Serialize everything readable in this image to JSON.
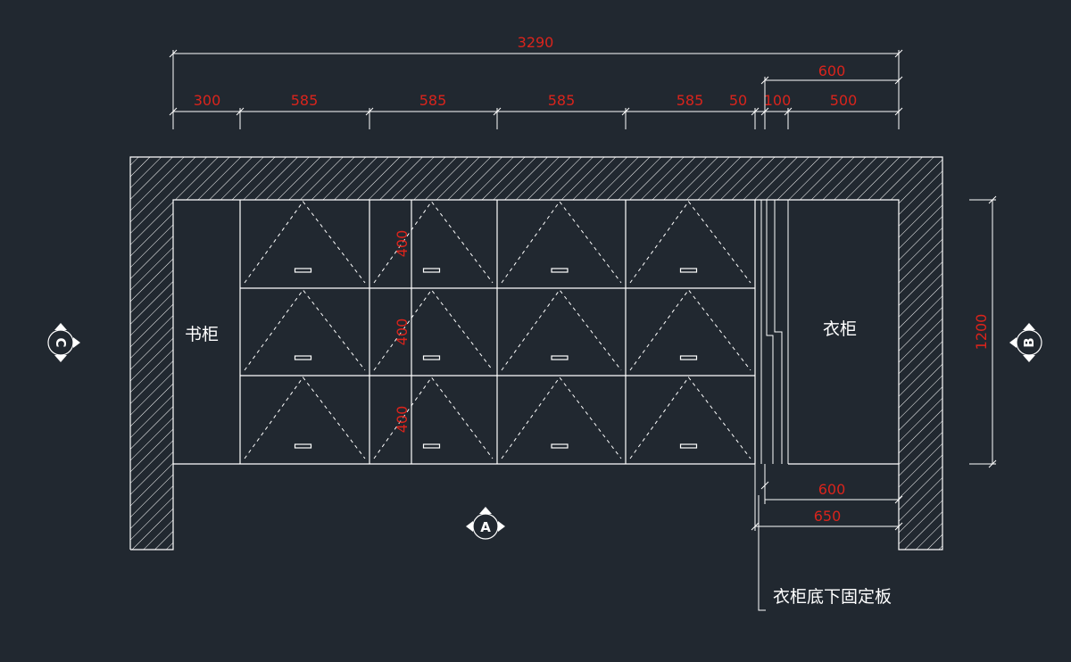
{
  "colors": {
    "background": "#212830",
    "line": "#ffffff",
    "dimension_text": "#d9241c"
  },
  "dimensions": {
    "overall": "3290",
    "right_top": "600",
    "segments": [
      "300",
      "585",
      "585",
      "585",
      "585",
      "50",
      "100",
      "500"
    ],
    "shelf_heights": [
      "400",
      "400",
      "400"
    ],
    "depth": "1200",
    "bottom_600": "600",
    "bottom_650": "650"
  },
  "labels": {
    "bookcase": "书柜",
    "wardrobe": "衣柜",
    "note": "衣柜底下固定板"
  },
  "section_markers": {
    "left": "C",
    "right": "B",
    "bottom": "A"
  }
}
